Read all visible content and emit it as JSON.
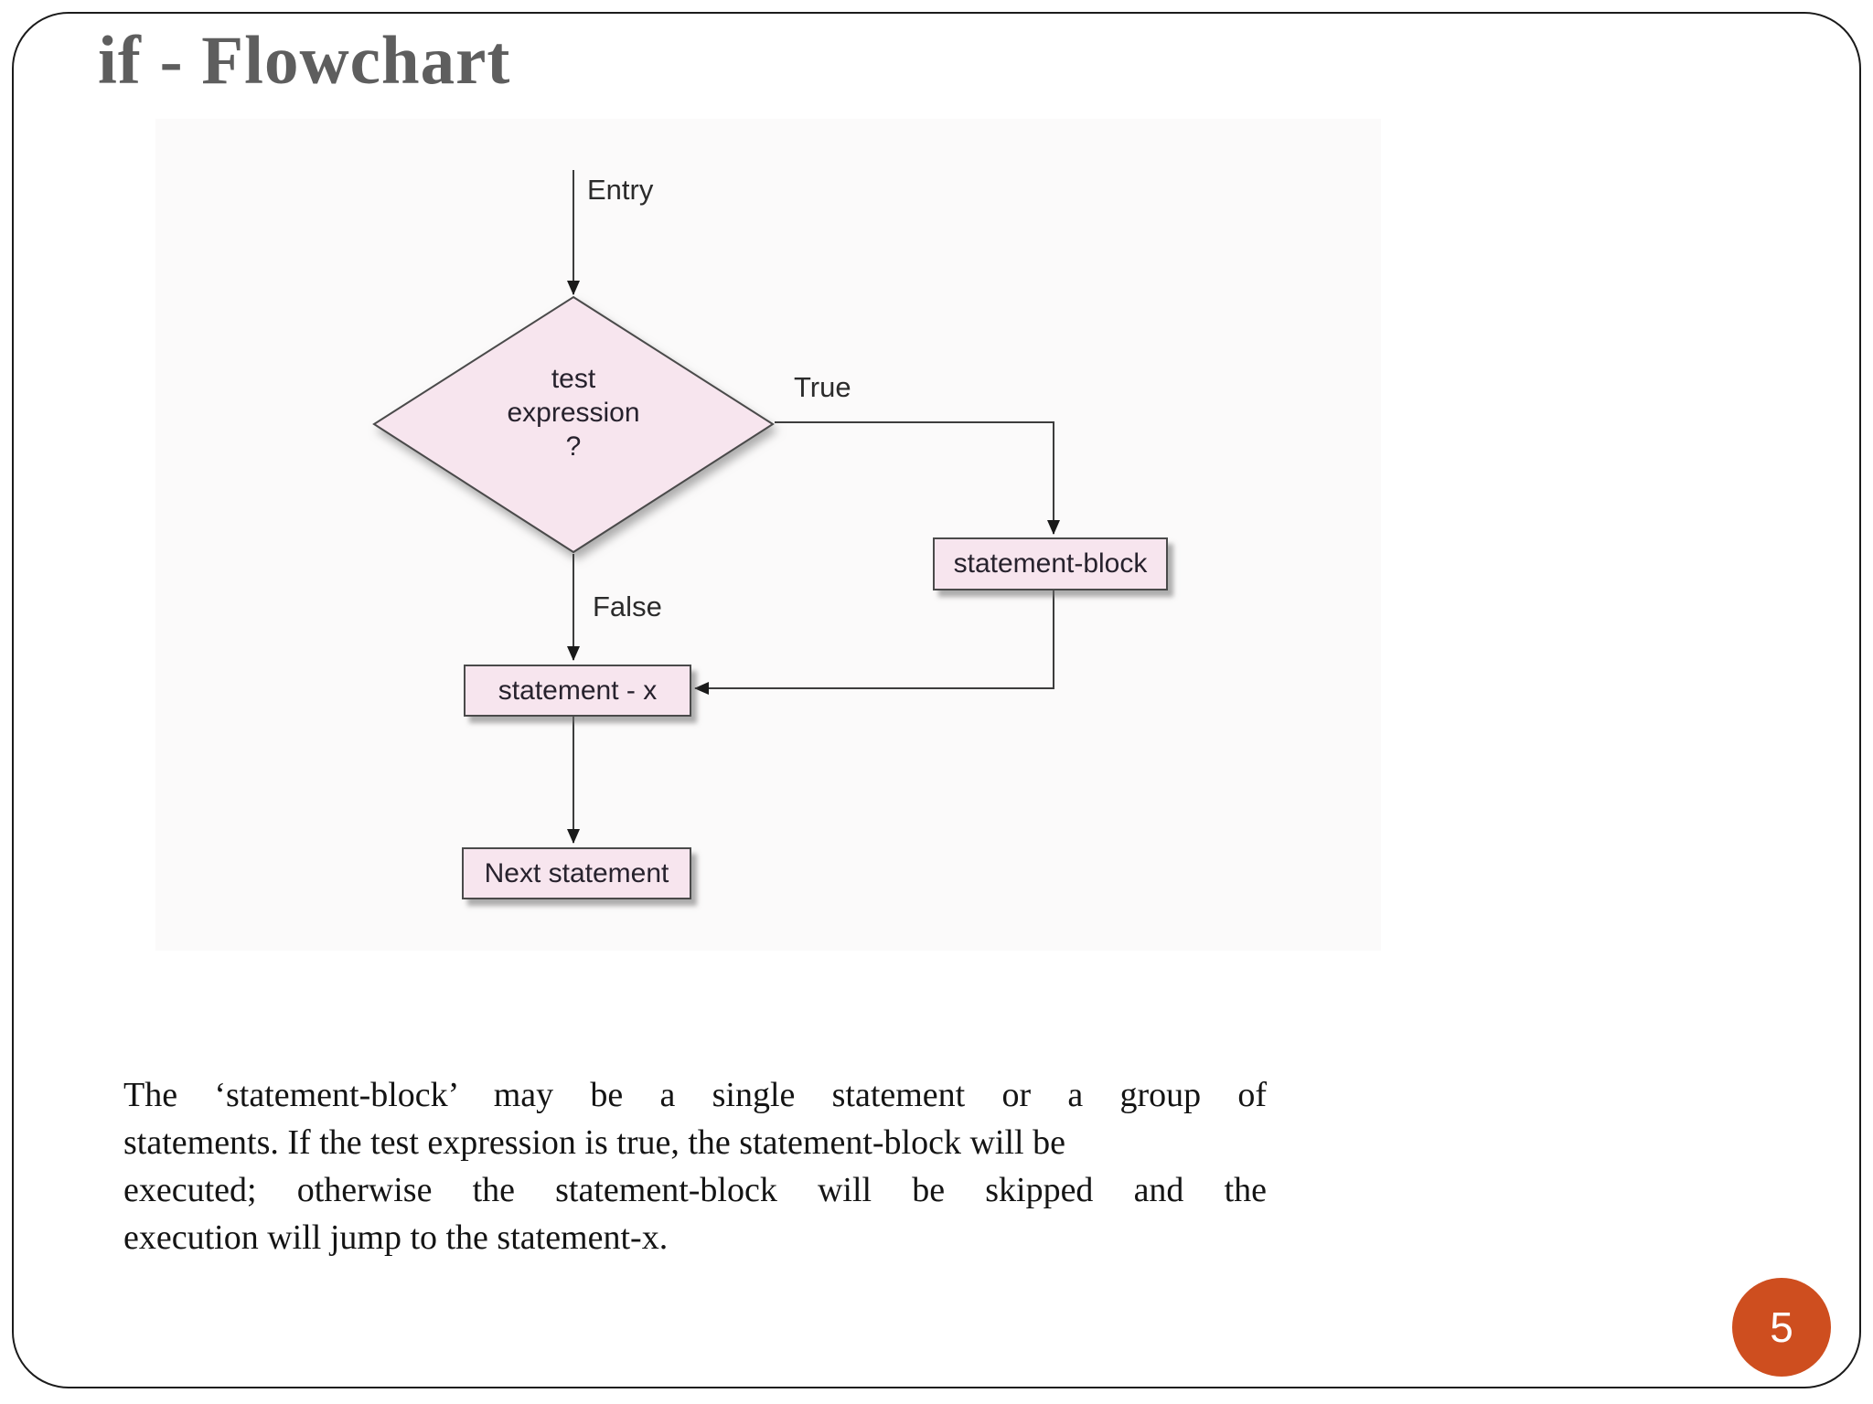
{
  "slide": {
    "title": "if - Flowchart",
    "page_number": "5",
    "accent_color": "#ce4e1f",
    "shape_fill_color": "#f7e5ee",
    "title_color": "#5e5e5e"
  },
  "flowchart": {
    "entry_label": "Entry",
    "true_label": "True",
    "false_label": "False",
    "diamond_text": "test\nexpression\n?",
    "statement_block_label": "statement-block",
    "statement_x_label": "statement - x",
    "next_statement_label": "Next statement"
  },
  "paragraph": {
    "line1": "The ‘statement-block’ may be a single statement or a group of",
    "line2": "statements. If the test expression is true, the statement-block will be",
    "line3": "executed; otherwise the statement-block will be skipped and the",
    "line4": "execution will jump to the statement-x."
  }
}
